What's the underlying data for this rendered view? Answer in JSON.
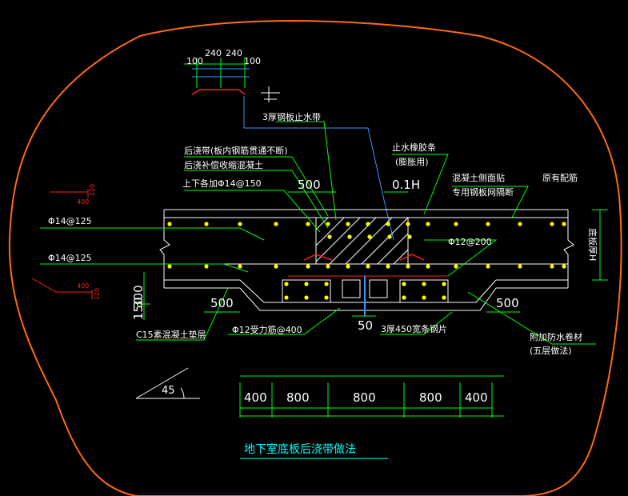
{
  "title": "地下室底板后浇带做法",
  "labels": {
    "steel_waterstop": "3厚钢板止水带",
    "post_pour_strip": "后浇带(板内钢筋贯通不断)",
    "post_pour_concrete": "后浇补偿收缩混凝土",
    "add_bars": "上下各加Φ14@150",
    "rubber_waterstop": "止水橡胶条",
    "rubber_waterstop_note": "(膨胀用)",
    "concrete_side": "混凝土侧面贴",
    "mesh_note": "专用钢板网隔断",
    "orig_bars": "原有配筋",
    "bar_top": "Φ14@125",
    "bar_bottom": "Φ14@125",
    "stirrup": "Φ12@200",
    "cushion": "C15素混凝土垫层",
    "bars_under": "Φ12受力筋@400",
    "steel_plate": "3厚450宽条钢片",
    "waterproof": "附加防水卷材",
    "waterproof_note": "(五层做法)",
    "thickness": "底板厚H",
    "dim_500": "500",
    "dim_01h": "0.1H",
    "dim_300": "300",
    "dim_150": "150",
    "dim_500_left": "500",
    "dim_500_right": "500",
    "dim_50": "50",
    "angle": "45",
    "detail_100a": "100",
    "detail_240a": "240",
    "detail_240b": "240",
    "detail_100b": "100",
    "red_400a": "400",
    "red_120a": "120",
    "red_400b": "400",
    "red_120b": "120"
  },
  "bottom_dims": [
    "400",
    "800",
    "800",
    "800",
    "400"
  ],
  "colors": {
    "background": "#000000",
    "outline_orange": "#ff6600",
    "slab": "#ffffff",
    "leader_green": "#00ff00",
    "rebar_yellow": "#ffff00",
    "waterstop_blue": "#3399ff",
    "red": "#ff2020",
    "cyan": "#00ffff"
  }
}
